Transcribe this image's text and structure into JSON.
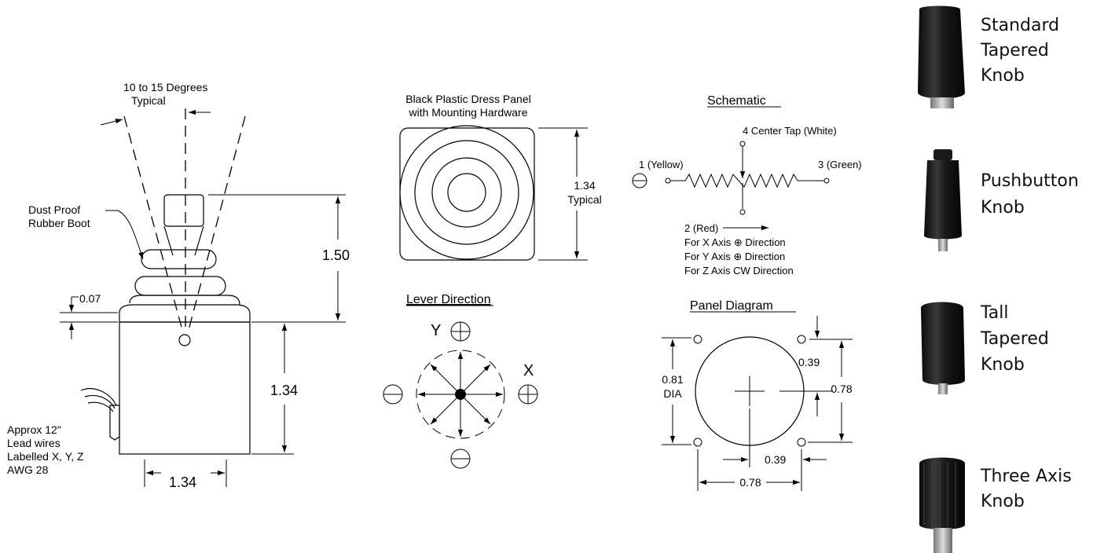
{
  "joystick": {
    "angle_label_1": "10 to 15 Degrees",
    "angle_label_2": "Typical",
    "boot_label_1": "Dust Proof",
    "boot_label_2": "Rubber Boot",
    "dim_boot": "0.07",
    "dim_lever_height": "1.50",
    "dim_body_height": "1.34",
    "dim_body_width": "1.34",
    "wires_1": "Approx 12\"",
    "wires_2": "Lead wires",
    "wires_3": "Labelled X, Y, Z",
    "wires_4": "AWG 28"
  },
  "dress_panel": {
    "title_1": "Black Plastic Dress Panel",
    "title_2": "with Mounting Hardware",
    "dim_1": "1.34",
    "dim_2": "Typical"
  },
  "lever_direction": {
    "title": "Lever Direction",
    "y_label": "Y",
    "x_label": "X"
  },
  "schematic": {
    "title": "Schematic",
    "pin4": "4 Center Tap (White)",
    "pin1": "1 (Yellow)",
    "pin3": "3 (Green)",
    "pin2": "2 (Red)",
    "note_x": "For X Axis ⊕ Direction",
    "note_y": "For Y Axis ⊕ Direction",
    "note_z": "For Z Axis CW Direction"
  },
  "panel_diagram": {
    "title": "Panel Diagram",
    "dia_1": "0.81",
    "dia_2": "DIA",
    "dim_039_a": "0.39",
    "dim_078_a": "0.78",
    "dim_039_b": "0.39",
    "dim_078_b": "0.78"
  },
  "knobs": [
    {
      "line1": "Standard",
      "line2": "Tapered",
      "line3": "Knob"
    },
    {
      "line1": "Pushbutton",
      "line2": "Knob"
    },
    {
      "line1": "Tall",
      "line2": "Tapered",
      "line3": "Knob"
    },
    {
      "line1": "Three Axis",
      "line2": "Knob"
    }
  ]
}
